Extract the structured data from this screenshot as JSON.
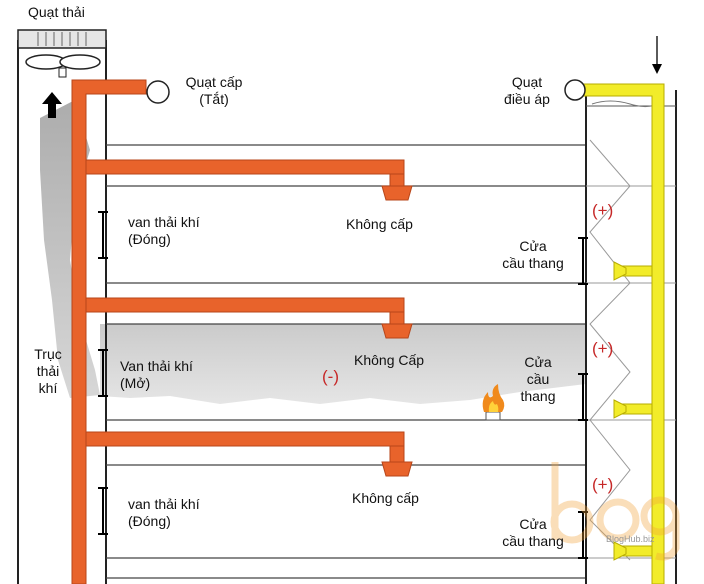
{
  "labels": {
    "exhaust_fan": "Quạt thải",
    "supply_fan": "Quạt cấp",
    "supply_fan_state": "(Tắt)",
    "pressure_fan_1": "Quạt",
    "pressure_fan_2": "điều áp",
    "shaft_1": "Trục",
    "shaft_2": "thải",
    "shaft_3": "khí",
    "damper_top": "van thải khí",
    "damper_top_state": "(Đóng)",
    "damper_mid": "Van thải khí",
    "damper_mid_state": "(Mở)",
    "damper_bottom": "van thải khí",
    "damper_bottom_state": "(Đóng)",
    "no_supply_top": "Không cấp",
    "no_supply_mid": "Không Cấp",
    "no_supply_bottom": "Không cấp",
    "negative_pressure": "(-)",
    "positive_pressure_top": "(+)",
    "positive_pressure_mid": "(+)",
    "positive_pressure_bottom": "(+)",
    "door_top_1": "Cửa",
    "door_top_2": "cầu thang",
    "door_mid_1": "Cửa",
    "door_mid_2": "cầu",
    "door_mid_3": "thang",
    "door_bottom_1": "Cửa",
    "door_bottom_2": "cầu thang",
    "watermark": "BlogHub.biz"
  },
  "colors": {
    "supply_duct": "#e8632b",
    "pressurization_duct": "#f2ec2a",
    "smoke": "#b9b9b9",
    "positive_sign": "#c62828"
  },
  "icons": [
    "fan-icon",
    "fire-icon",
    "arrow-up-icon",
    "arrow-down-icon",
    "damper-icon"
  ]
}
